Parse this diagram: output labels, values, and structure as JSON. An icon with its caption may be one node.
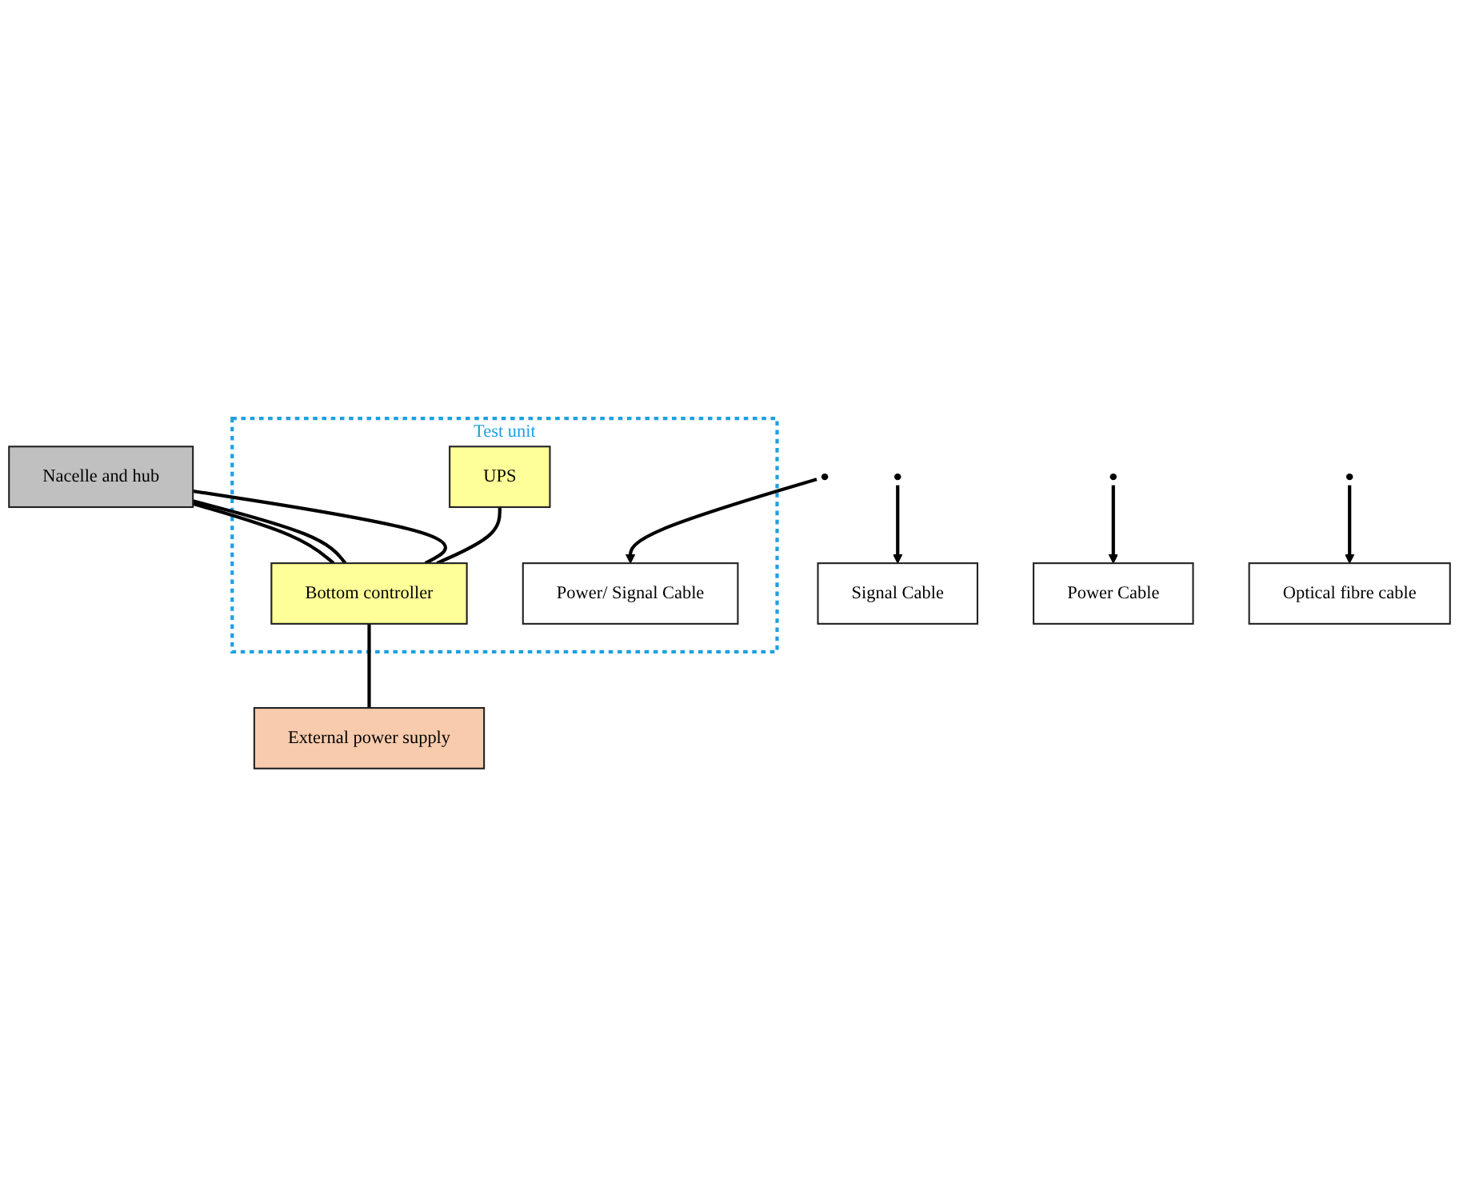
{
  "diagram": {
    "nodes": [
      {
        "text": [
          "Nacelle and hub"
        ]
      },
      {
        "text": [
          "Signal Cable"
        ]
      },
      {
        "text": [
          "Power Cable"
        ]
      },
      {
        "text": [
          "Optical fibre cable"
        ]
      },
      {
        "text": [
          "Test unit"
        ]
      },
      {
        "text": [
          "Bottom controller"
        ],
        "in": 4
      },
      {
        "text": [
          "UPS"
        ],
        "in": 4
      },
      {
        "text": [
          "Power/ Signal Cable"
        ],
        "in": 4
      },
      {
        "text": [
          "External power supply"
        ]
      }
    ],
    "edges": [
      {
        "from": 0,
        "to": 5,
        "arrow": "none"
      },
      {
        "from": 0,
        "to": 5,
        "arrow": "none"
      },
      {
        "from": 0,
        "to": 5,
        "arrow": "none"
      },
      {
        "from": null,
        "to": 2,
        "arrow": "to"
      },
      {
        "from": null,
        "to": 3,
        "arrow": "to"
      },
      {
        "from": null,
        "to": 1,
        "arrow": "to"
      },
      {
        "from": 6,
        "to": 5,
        "arrow": "none"
      },
      {
        "from": null,
        "to": 7,
        "arrow": "to"
      },
      {
        "from": 5,
        "to": 8,
        "arrow": "none"
      }
    ]
  }
}
